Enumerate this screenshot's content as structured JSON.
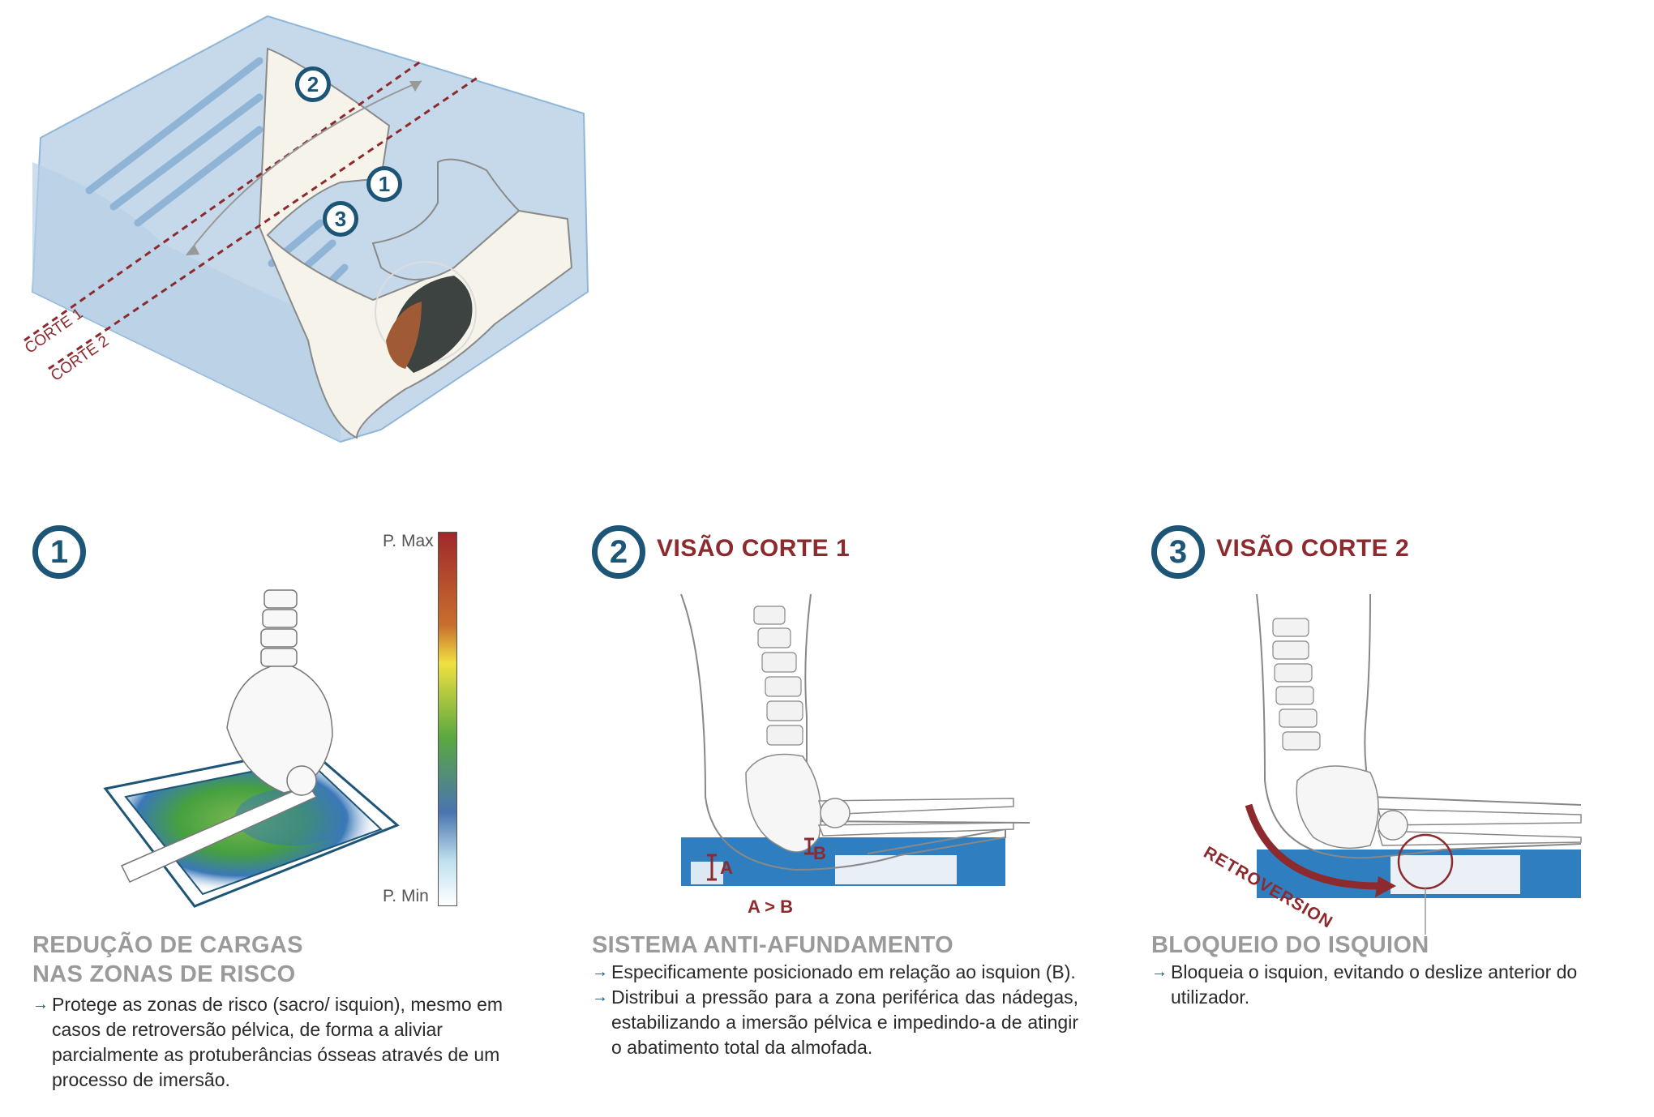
{
  "overview": {
    "cut_labels": [
      "CORTE 1",
      "CORTE 2"
    ],
    "zone_markers": [
      "1",
      "2",
      "3"
    ]
  },
  "panels": [
    {
      "number": "1",
      "heading": "",
      "legend": {
        "max_label": "P. Max",
        "min_label": "P. Min",
        "gradient_colors": [
          "#a0282b",
          "#c8702e",
          "#f0e040",
          "#5aa840",
          "#4a74b0",
          "#bfe0ee",
          "#ffffff"
        ]
      },
      "feature_title_lines": [
        "REDUÇÃO DE CARGAS",
        "NAS ZONAS DE RISCO"
      ],
      "bullets": [
        "Protege as zonas de risco (sacro/ isquion), mesmo em casos de retroversão pélvica, de forma a aliviar parcialmente as protuberâncias ósseas através de um processo de imersão."
      ]
    },
    {
      "number": "2",
      "heading": "VISÃO CORTE 1",
      "annotations": {
        "a": "A",
        "b": "B",
        "relation": "A > B"
      },
      "feature_title_lines": [
        "SISTEMA ANTI-AFUNDAMENTO"
      ],
      "bullets": [
        "Especificamente posicionado em relação ao isquion (B).",
        "Distribui a pressão para a zona periférica das nádegas, estabilizando a imersão pélvica e impedindo-a de atingir o abatimento total da almofada."
      ]
    },
    {
      "number": "3",
      "heading": "VISÃO CORTE 2",
      "annotations": {
        "arrow_label": "RETROVERSION"
      },
      "feature_title_lines": [
        "BLOQUEIO DO ISQUION"
      ],
      "bullets": [
        "Bloqueia o isquion, evitando o deslize anterior do utilizador."
      ]
    }
  ],
  "colors": {
    "badge": "#1d5577",
    "accent_red": "#8c2a2e",
    "title_gray": "#9a9a9a",
    "foam_blue": "#2f7fc0",
    "cushion_blue": "#c9dceb"
  },
  "bullet_icon": "arrow-right-icon"
}
